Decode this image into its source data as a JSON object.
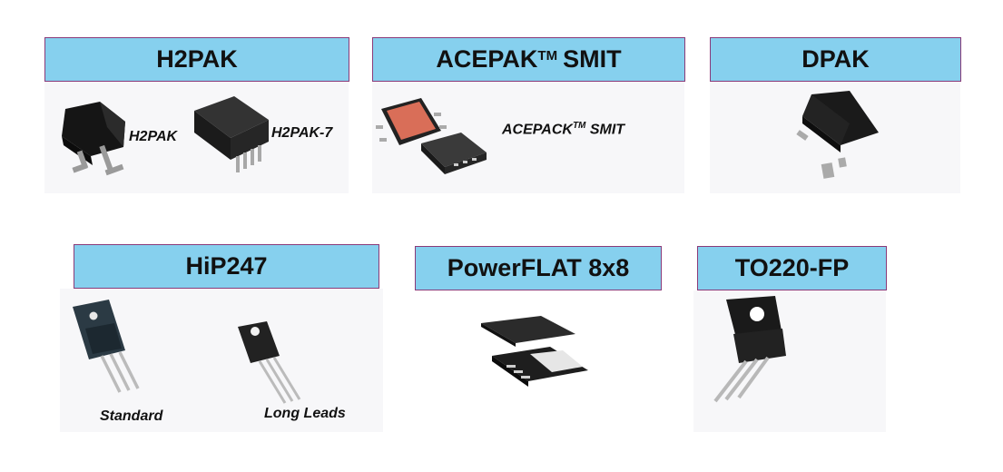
{
  "packages": {
    "h2pak": {
      "title": "H2PAK",
      "labels": [
        "H2PAK",
        "H2PAK-7"
      ]
    },
    "acepak": {
      "title": "ACEPAK",
      "title_sup": "TM",
      "title_suffix": "SMIT",
      "label": "ACEPACK",
      "label_sup": "TM",
      "label_suffix": "SMIT"
    },
    "dpak": {
      "title": "DPAK"
    },
    "hip247": {
      "title": "HiP247",
      "labels": [
        "Standard",
        "Long Leads"
      ]
    },
    "powerflat": {
      "title": "PowerFLAT 8x8"
    },
    "to220fp": {
      "title": "TO220-FP"
    }
  },
  "colors": {
    "header_fill": "#86d0ee",
    "header_border": "#8a3a78",
    "panel_bg": "#f7f7f9",
    "acepak_copper": "#d96e58",
    "chip_black": "#151515"
  }
}
